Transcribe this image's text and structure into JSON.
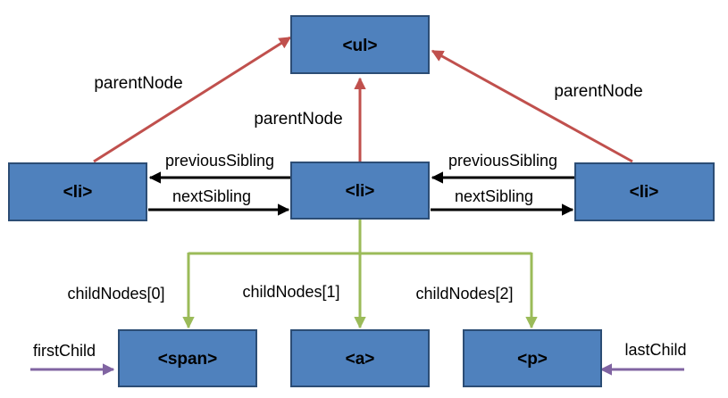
{
  "nodes": {
    "ul": "<ul>",
    "li_left": "<li>",
    "li_center": "<li>",
    "li_right": "<li>",
    "span": "<span>",
    "a": "<a>",
    "p": "<p>"
  },
  "edges": {
    "parent_left": "parentNode",
    "parent_center": "parentNode",
    "parent_right": "parentNode",
    "prev_left": "previousSibling",
    "next_left": "nextSibling",
    "prev_right": "previousSibling",
    "next_right": "nextSibling",
    "child0": "childNodes[0]",
    "child1": "childNodes[1]",
    "child2": "childNodes[2]",
    "first_child": "firstChild",
    "last_child": "lastChild"
  },
  "colors": {
    "node_fill": "#4F81BD",
    "node_border": "#2C4D75",
    "parent_arrow": "#C0504D",
    "sibling_arrow": "#000000",
    "child_arrow": "#9BBB59",
    "first_last_arrow": "#8064A2"
  }
}
